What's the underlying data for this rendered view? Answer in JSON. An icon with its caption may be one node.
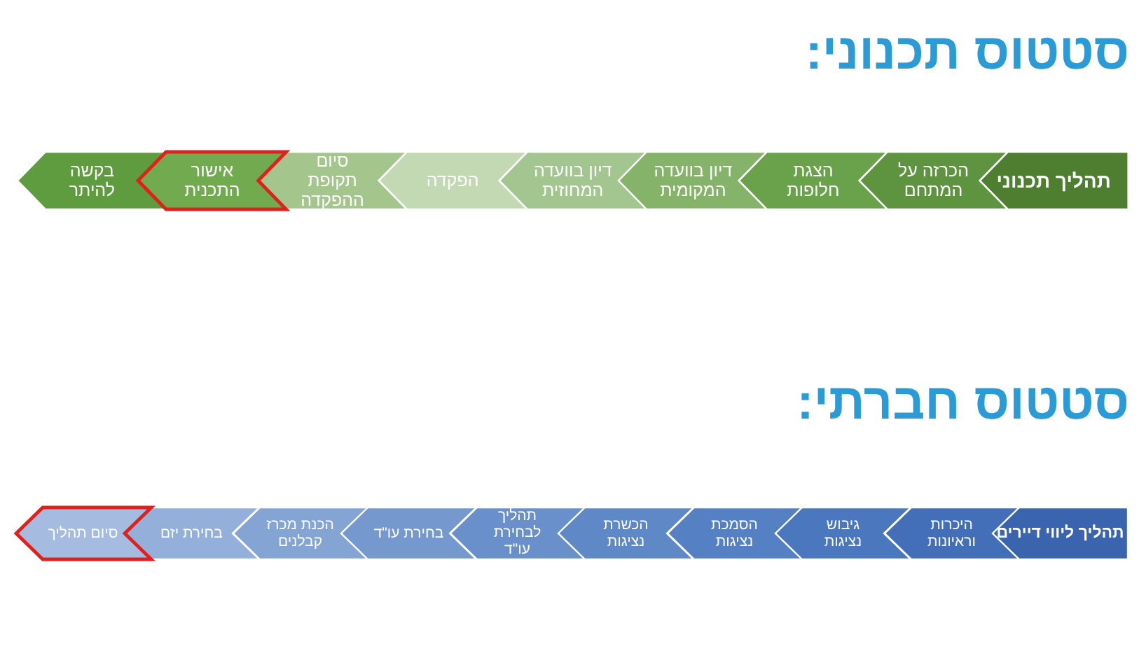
{
  "diagram": {
    "nodes": [
      {
        "text": [
          "תהליך תכנוני"
        ]
      },
      {
        "text": [
          "הכרזה על המתחם"
        ]
      },
      {
        "text": [
          "הצגת חלופות"
        ]
      },
      {
        "text": [
          "דיון בוועדה המקומית"
        ]
      },
      {
        "text": [
          "דיון בוועדה המחוזית"
        ]
      },
      {
        "text": [
          "הפקדה"
        ]
      },
      {
        "text": [
          "סיום תקופת ההפקדה"
        ]
      },
      {
        "text": [
          "אישור התכנית"
        ]
      },
      {
        "text": [
          "בקשה להיתר"
        ]
      },
      {
        "text": [
          "תהליך ליווי דיירים"
        ]
      },
      {
        "text": [
          "היכרות וראיונות"
        ]
      },
      {
        "text": [
          "גיבוש נציגות"
        ]
      },
      {
        "text": [
          "הסמכת נציגות"
        ]
      },
      {
        "text": [
          "הכשרת נציגות"
        ]
      },
      {
        "text": [
          "תהליך לבחירת עו\"ד"
        ]
      },
      {
        "text": [
          "בחירת עו\"ד"
        ]
      },
      {
        "text": [
          "הכנת מכרז קבלנים"
        ]
      },
      {
        "text": [
          "בחירת יזם"
        ]
      },
      {
        "text": [
          "סיום תהליך"
        ]
      }
    ],
    "labels": [
      "סטטוס תכנוני:",
      "סטטוס חברתי:"
    ]
  }
}
